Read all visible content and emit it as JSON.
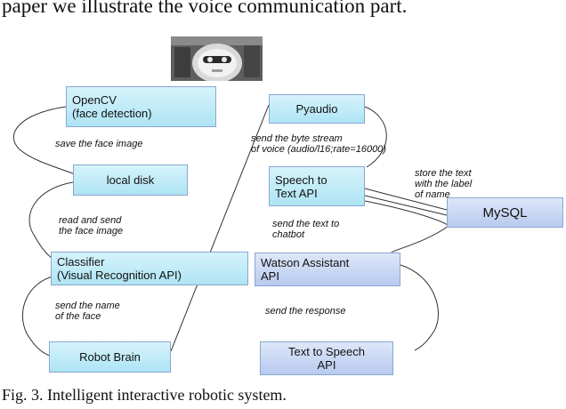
{
  "header": {
    "text": "paper we illustrate the voice communication part."
  },
  "caption": "Fig. 3.   Intelligent interactive robotic system.",
  "nodes": {
    "opencv": "OpenCV\n(face detection)",
    "local_disk": "local disk",
    "classifier": "Classifier\n(Visual Recognition API)",
    "robot_brain": "Robot Brain",
    "pyaudio": "Pyaudio",
    "speech_to_text": "Speech to\nText API",
    "mysql": "MySQL",
    "watson_assistant": "Watson Assistant\nAPI",
    "text_to_speech": "Text to Speech\nAPI"
  },
  "edges": {
    "save_face": "save the face image",
    "read_send_face": "read and send\nthe face image",
    "send_name": "send the name\nof the face",
    "send_byte_stream": "send the byte stream\nof voice (audio/l16;rate=16000)",
    "store_text": "store the text\nwith the label\nof name",
    "send_text_chatbot": "send the text to\nchatbot",
    "send_response": "send the response"
  },
  "colors": {
    "box_cyan": "#aee4f4",
    "box_blue": "#b8caef",
    "box_border": "#8aa7cf",
    "connector": "#333333"
  },
  "icons": {
    "robot_photo": "robot-head-photo"
  }
}
